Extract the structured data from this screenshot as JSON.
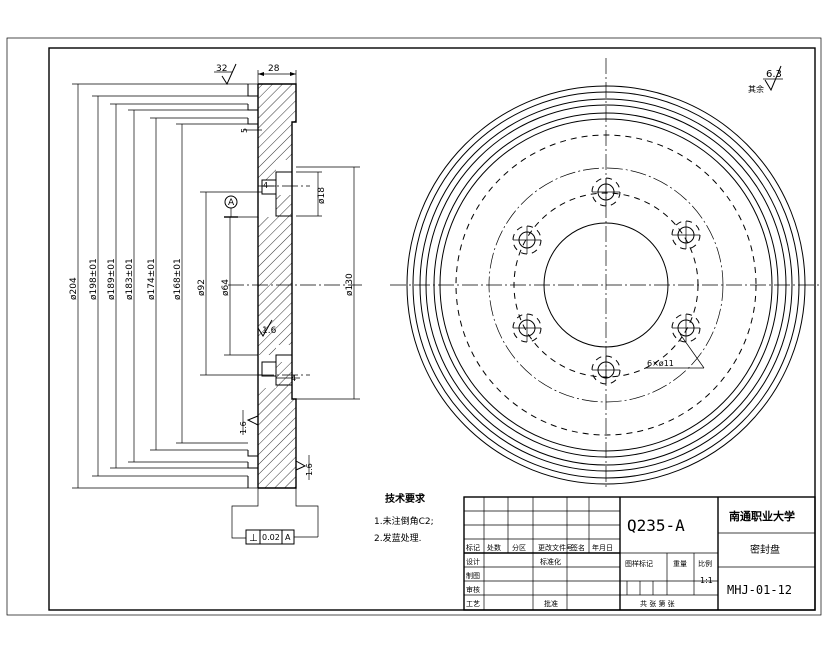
{
  "part_view": {
    "top_roughness": "32",
    "width_dim": "28",
    "small_dim": "5",
    "step_dim_top": "4",
    "step_dim_bottom": "4",
    "hole_dim": "ø18",
    "datum_letter": "A",
    "roughness_inner": "1.6",
    "roughness_left": "1.6",
    "roughness_right": "1.6",
    "dia_labels": [
      "ø204",
      "ø198±01",
      "ø189±01",
      "ø183±01",
      "ø174±01",
      "ø168±01",
      "ø92",
      "ø64",
      "ø130"
    ],
    "tolerance_frame": {
      "symbol": "⊥",
      "value": "0.02",
      "datum": "A"
    }
  },
  "face_view": {
    "hole_label": "6×ø11"
  },
  "general_roughness": {
    "prefix": "其余",
    "value": "6.3"
  },
  "tech_requirements": {
    "title": "技术要求",
    "items": [
      "1.未注倒角C2;",
      "2.发蓝处理."
    ]
  },
  "title_block": {
    "material": "Q235-A",
    "school": "南通职业大学",
    "part_name": "密封盘",
    "drawing_no": "MHJ-01-12",
    "headers": [
      "标记",
      "处数",
      "分区",
      "更改文件号",
      "签名",
      "年月日"
    ],
    "roles": [
      "设计",
      "审核",
      "工艺"
    ],
    "role_extra": [
      "制图"
    ],
    "standardize": "标准化",
    "approve": "批准",
    "stage_mark": "图样标记",
    "weight": "重量",
    "scale": "比例",
    "scale_value": "1:1",
    "sheets": "共  张  第  张"
  }
}
